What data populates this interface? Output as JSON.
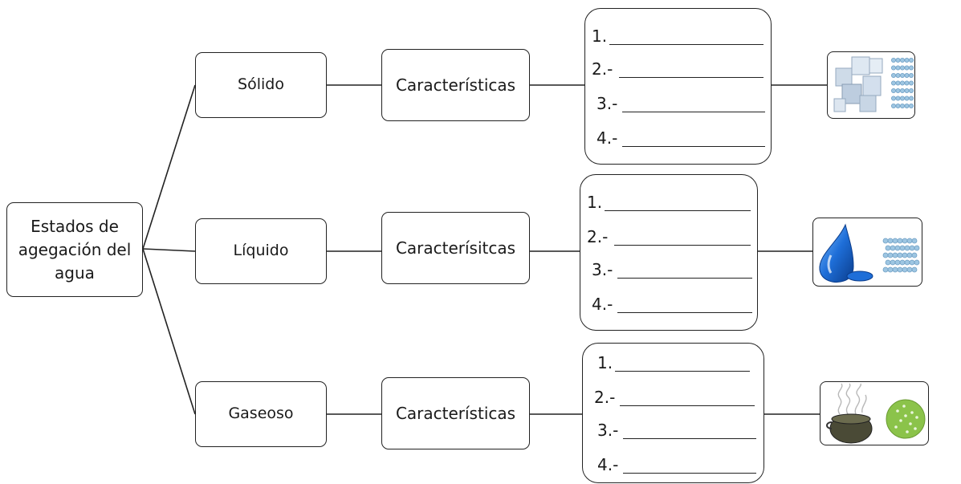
{
  "root": {
    "label_line1": "Estados de",
    "label_line2": "agegación del",
    "label_line3": "agua"
  },
  "states": [
    {
      "name": "Sólido",
      "characteristics_label": "Características",
      "items": [
        "1.",
        "2.-",
        "3.-",
        "4.-"
      ],
      "illustration_icon": "ice-cubes-molecules-icon"
    },
    {
      "name": "Líquido",
      "characteristics_label": "Caracterísitcas",
      "items": [
        "1.",
        "2.-",
        "3.-",
        "4.-"
      ],
      "illustration_icon": "water-drop-molecules-icon"
    },
    {
      "name": "Gaseoso",
      "characteristics_label": "Características",
      "items": [
        "1.",
        "2.-",
        "3.-",
        "4.-"
      ],
      "illustration_icon": "steaming-pot-gas-molecules-icon"
    }
  ],
  "colors": {
    "water": "#1e6ed8",
    "molecule": "#9ec6e2",
    "gas": "#8bc34a"
  }
}
